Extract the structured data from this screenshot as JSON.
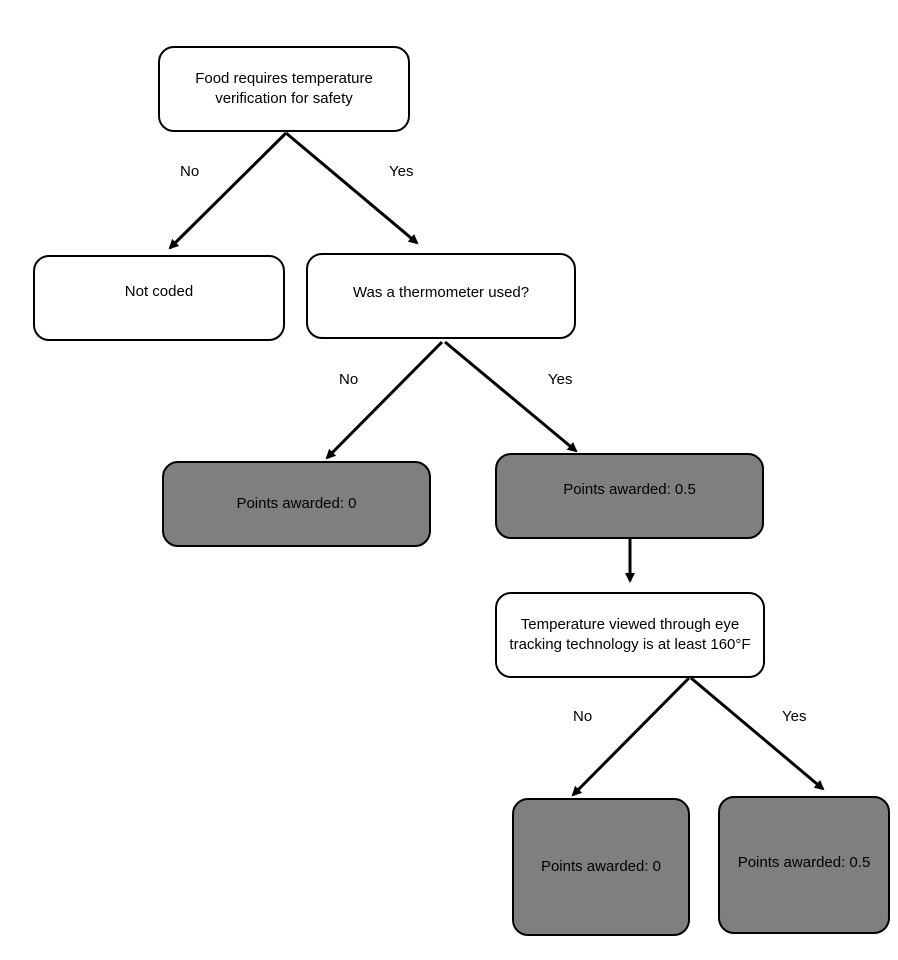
{
  "nodes": {
    "root": "Food requires temperature verification for safety",
    "not_coded": "Not coded",
    "thermometer": "Was a thermometer used?",
    "points_zero_left": "Points awarded: 0",
    "points_half_mid": "Points awarded: 0.5",
    "eye_tracking": "Temperature viewed through eye tracking technology is at least 160°F",
    "points_zero_bottom": "Points awarded: 0",
    "points_half_bottom": "Points awarded: 0.5"
  },
  "edge_labels": {
    "root_no": "No",
    "root_yes": "Yes",
    "thermometer_no": "No",
    "thermometer_yes": "Yes",
    "eye_tracking_no": "No",
    "eye_tracking_yes": "Yes"
  },
  "colors": {
    "decision_fill": "#ffffff",
    "outcome_fill": "#7f7f7f",
    "stroke": "#000000"
  }
}
